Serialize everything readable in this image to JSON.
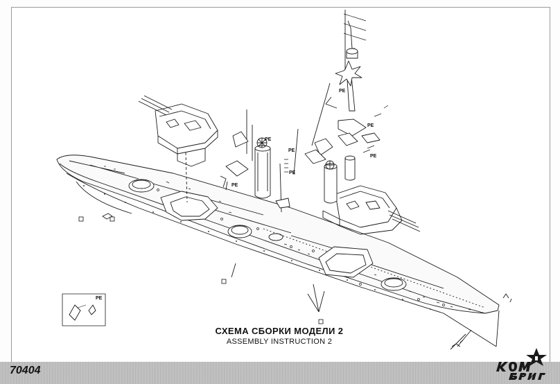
{
  "sheet": {
    "title_ru": "СХЕМА СБОРКИ МОДЕЛИ 2",
    "title_en": "ASSEMBLY INSTRUCTION 2",
    "product_code": "70404",
    "brand_logo": "КомБриг",
    "colors": {
      "line": "#1a1a1a",
      "footer": "#bdbdbd",
      "paper": "#ffffff"
    }
  },
  "labels": {
    "pe_1": "PE",
    "pe_2": "PE",
    "pe_3": "PE",
    "pe_4": "PE",
    "pe_5": "PE",
    "pe_6": "PE",
    "pe_7": "PE"
  },
  "callouts": {
    "inset_pe": "PE"
  },
  "icons": [
    "part-tag-icon",
    "star-icon",
    "ship-hull-icon",
    "turret-icon",
    "funnel-icon",
    "mast-icon"
  ]
}
